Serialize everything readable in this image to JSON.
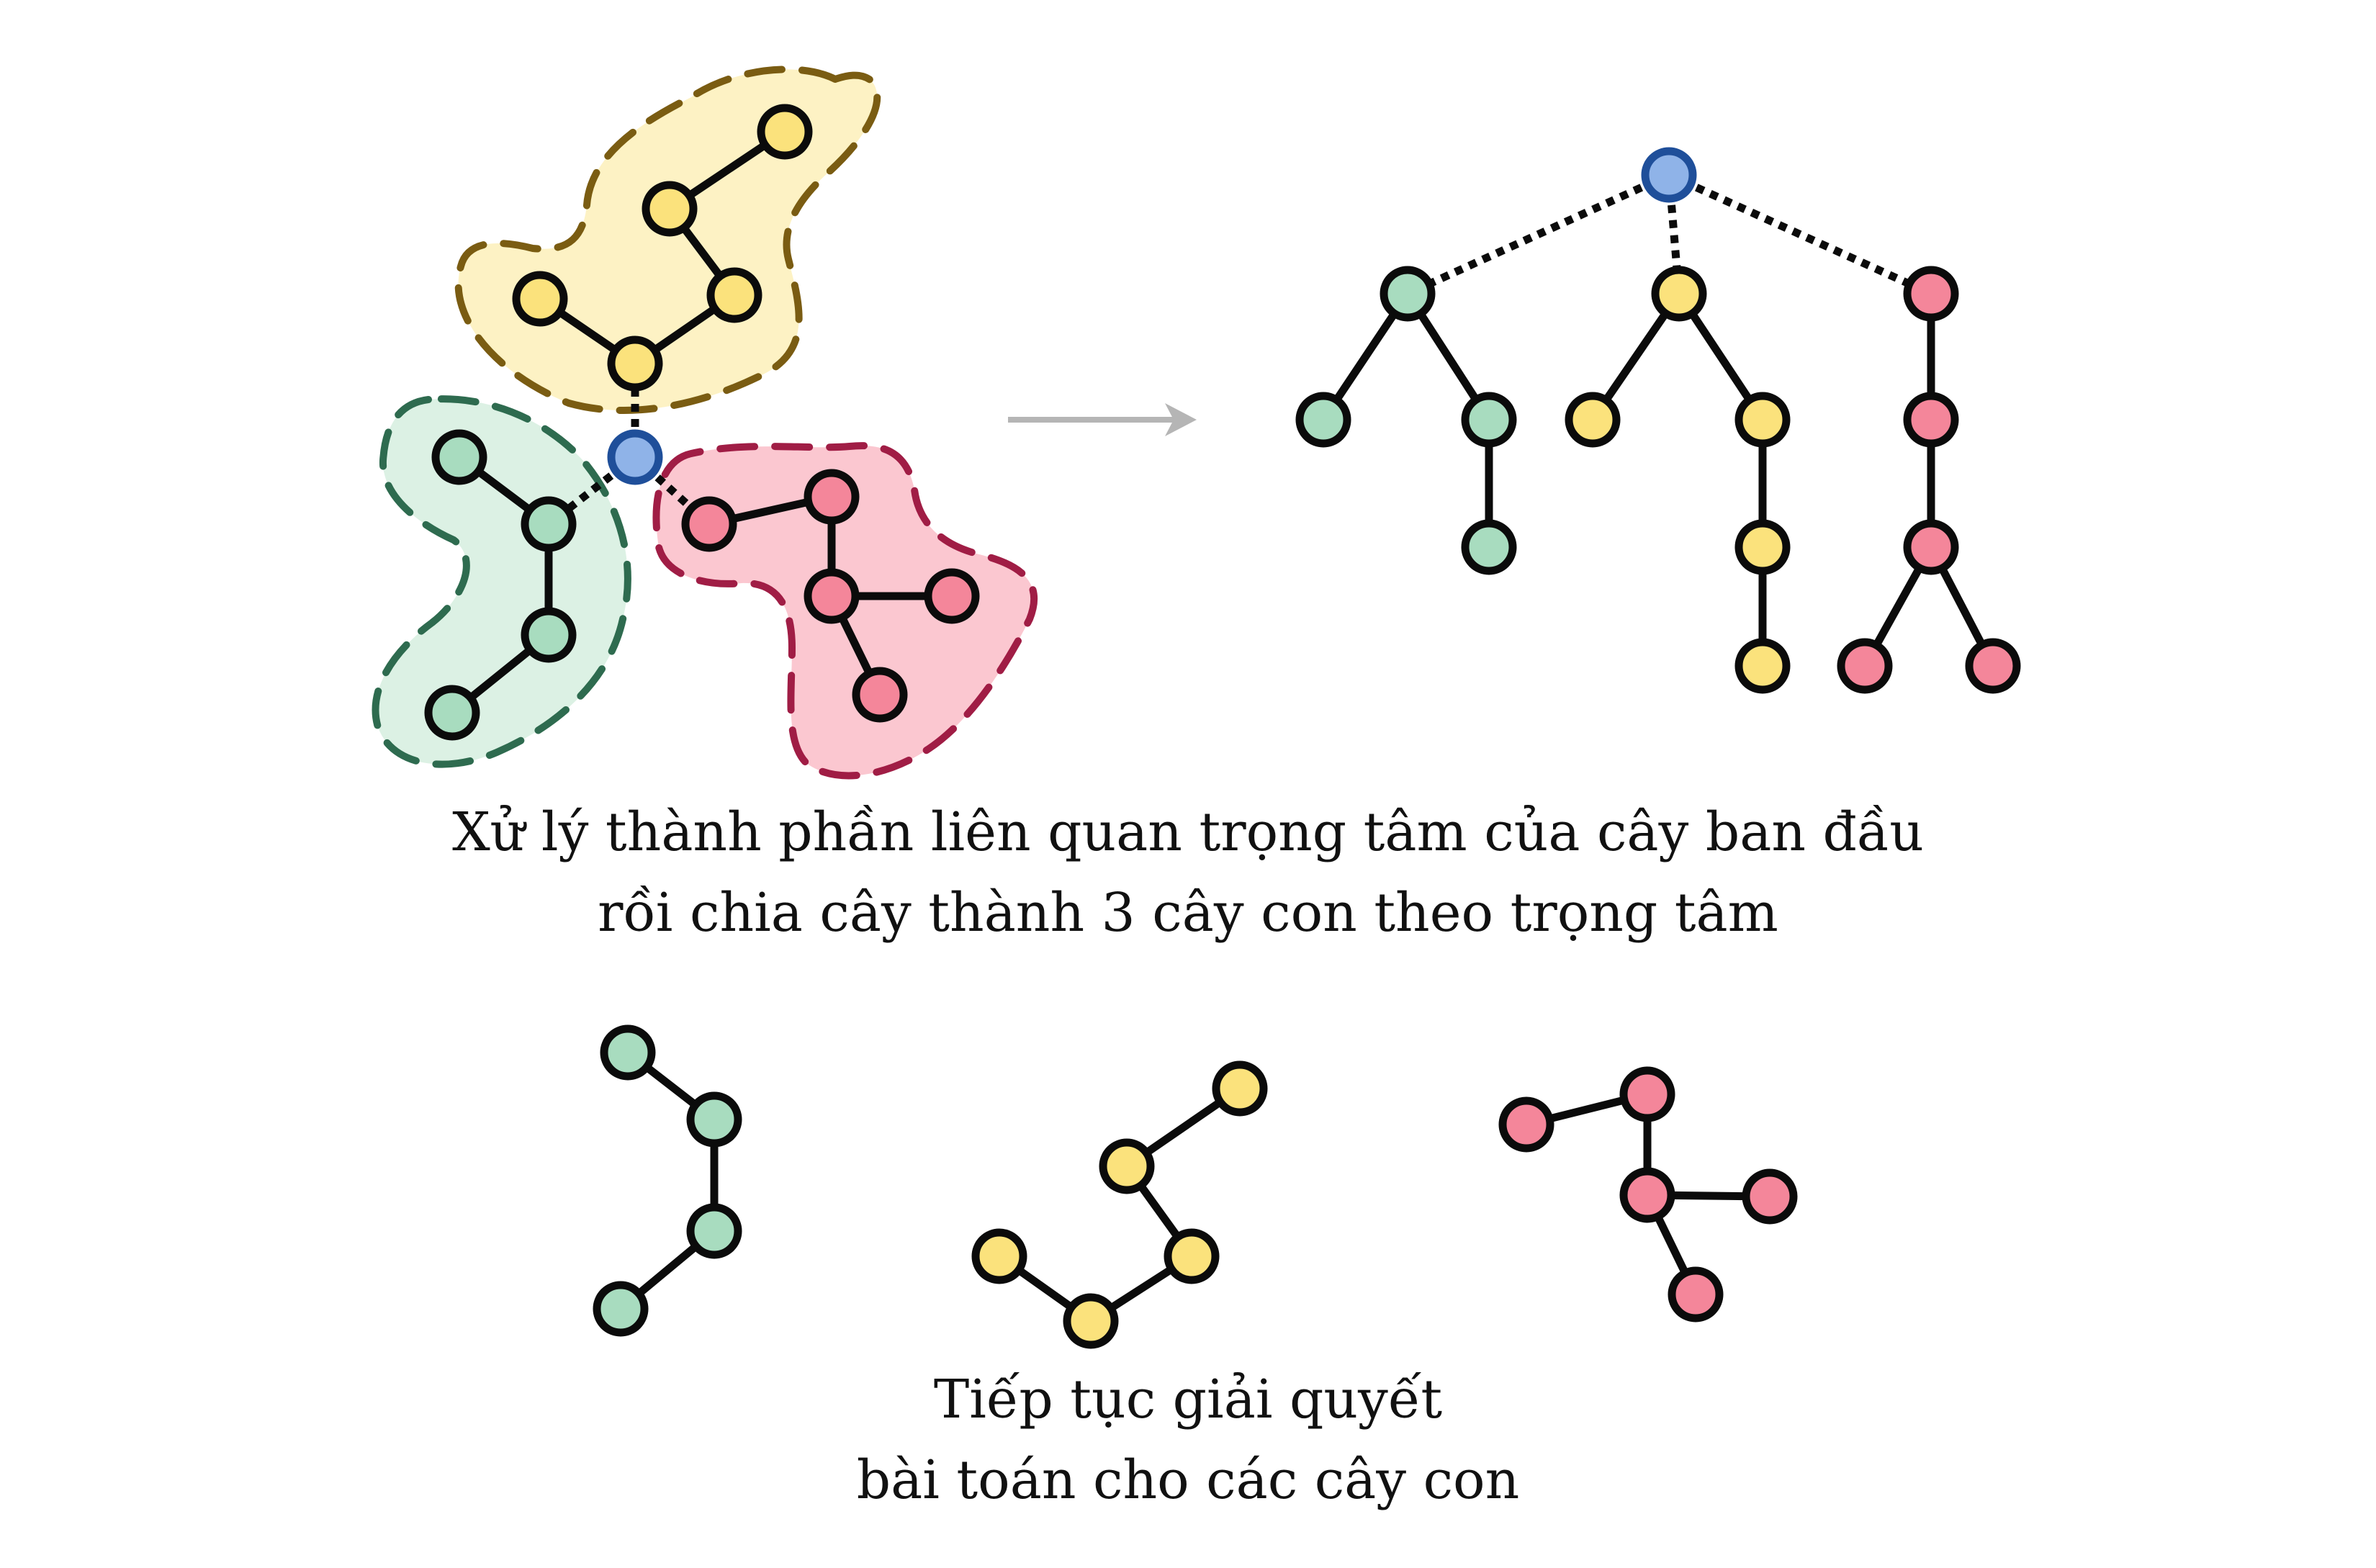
{
  "colors": {
    "green_fill": "#a8dcbf",
    "green_blob": "#dcf1e4",
    "green_border": "#2e6b4f",
    "yellow_fill": "#fbe27c",
    "yellow_blob": "#fdf2c4",
    "yellow_border": "#7a5c12",
    "pink_fill": "#f4869a",
    "pink_blob": "#fbc7d0",
    "pink_border": "#a01d45",
    "centroid_fill": "#8fb3e8",
    "centroid_border": "#1f4f9a",
    "edge": "#0b0b0b",
    "arrow": "#b5b5b5"
  },
  "captions": {
    "top_line1": "Xử lý thành phần liên quan trọng tâm của cây ban đầu",
    "top_line2": "rồi chia cây thành 3 cây con theo trọng tâm",
    "bottom_line1": "Tiếp tục giải quyết",
    "bottom_line2": "bài toán cho các cây con"
  }
}
